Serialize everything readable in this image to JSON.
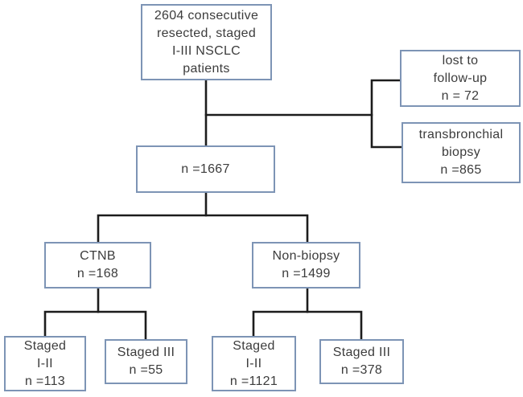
{
  "diagram": {
    "type": "flowchart",
    "colors": {
      "box_border": "#7d94b5",
      "line": "#1c1c1c",
      "text": "#3c3c3c",
      "background": "#ffffff"
    },
    "nodes": {
      "total": {
        "label": "2604 consecutive\nresected, staged\nI-III NSCLC\npatients"
      },
      "lost": {
        "label": "lost to\nfollow-up\nn = 72"
      },
      "transbronchial": {
        "label": "transbronchial\nbiopsy\nn =865"
      },
      "included": {
        "label": "n =1667"
      },
      "ctnb": {
        "label": "CTNB\nn =168"
      },
      "nonbiopsy": {
        "label": "Non-biopsy\nn =1499"
      },
      "ctnb_staged_1_2": {
        "label": "Staged\nI-II\nn =113"
      },
      "ctnb_staged_3": {
        "label": "Staged III\nn =55"
      },
      "nonbiopsy_staged_1_2": {
        "label": "Staged\nI-II\nn =1121"
      },
      "nonbiopsy_staged_3": {
        "label": "Staged III\nn =378"
      }
    }
  }
}
